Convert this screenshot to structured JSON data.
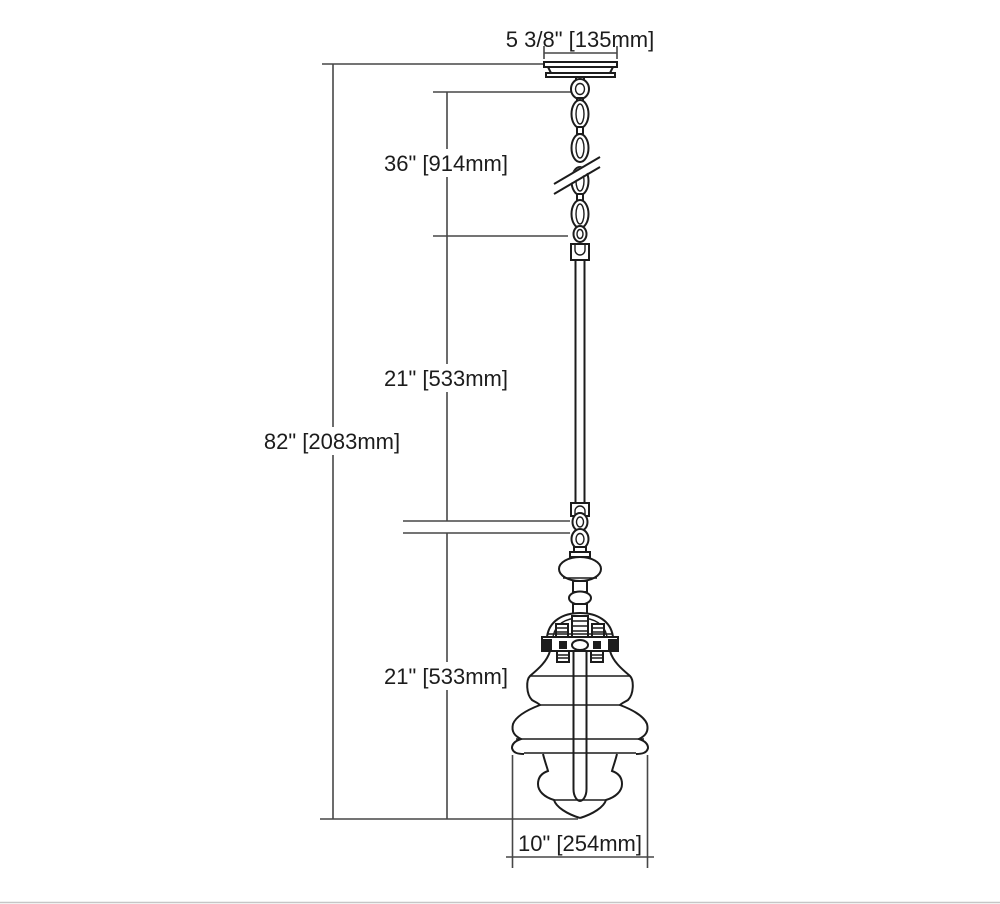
{
  "drawing": {
    "type": "pendant-light-dimension-diagram",
    "background_color": "#ffffff",
    "line_color": "#1c1c1c",
    "dimension_line_color": "#474747",
    "labels": {
      "canopy_width": "5 3/8\" [135mm]",
      "chain_length": "36\" [914mm]",
      "stem_length": "21\" [533mm]",
      "overall_height": "82\" [2083mm]",
      "body_height": "21\" [533mm]",
      "shade_width": "10\" [254mm]"
    }
  }
}
